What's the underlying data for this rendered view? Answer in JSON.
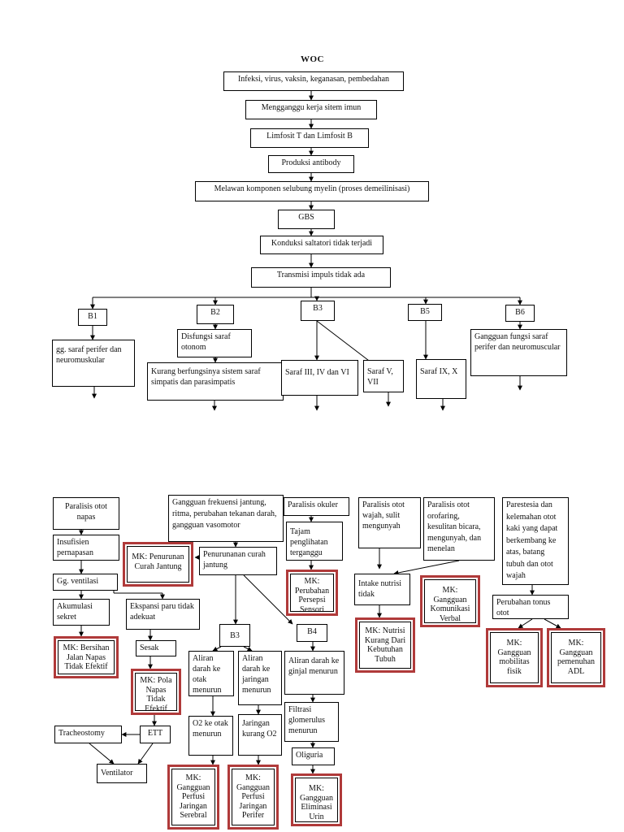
{
  "title": "WOC",
  "top": {
    "n1": "Infeksi, virus, vaksin, keganasan, pembedahan",
    "n2": "Mengganggu kerja sitem imun",
    "n3": "Limfosit T dan Limfosit B",
    "n4": "Produksi antibody",
    "n5": "Melawan komponen selubung myelin (proses demeilinisasi)",
    "n6": "GBS",
    "n7": "Konduksi saltatori tidak terjadi",
    "n8": "Transmisi impuls tidak ada"
  },
  "branches": {
    "b1": "B1",
    "b2": "B2",
    "b3": "B3",
    "b5": "B5",
    "b6": "B6",
    "b1_text": "gg. saraf perifer dan neuromuskular",
    "b2_a": "Disfungsi saraf otonom",
    "b2_b": "Kurang berfungsinya sistem saraf simpatis dan parasimpatis",
    "b3_a": "Saraf III, IV dan VI",
    "b3_b": "Saraf V, VII",
    "b5_text": "Saraf IX, X",
    "b6_text": "Gangguan fungsi saraf perifer dan neuromuscular"
  },
  "bottom": {
    "p1": "Paralisis otot napas",
    "p2": "Insufisien pernapasan",
    "p3": "Gg. ventilasi",
    "p4": "Akumulasi sekret",
    "p5": "Ekspansi paru tidak adekuat",
    "p6": "Sesak",
    "p7": "Tracheostomy",
    "p8": "ETT",
    "p9": "Ventilator",
    "g1": "Gangguan frekuensi jantung, ritma, perubahan tekanan darah, gangguan vasomotor",
    "g2": "Penurunanan curah jantung",
    "g3": "B3",
    "g4": "B4",
    "g5": "Aliran darah ke otak menurun",
    "g6": "Aliran darah ke jaringan menurun",
    "g7": "O2 ke otak menurun",
    "g8": "Jaringan kurang O2",
    "g9": "Aliran darah ke ginjal menurun",
    "g10": "Filtrasi glomerulus menurun",
    "g11": "Oliguria",
    "o1": "Paralisis okuler",
    "o2": "Tajam penglihatan terganggu",
    "w1": "Paralisis otot wajah, sulit mengunyah",
    "w2": "Paralisis otot orofaring, kesulitan bicara, mengunyah, dan menelan",
    "w3": "Intake nutrisi tidak",
    "e1": "Parestesia dan kelemahan otot kaki yang dapat berkembang ke atas, batang tubuh dan otot wajah",
    "e2": "Perubahan tonus otot"
  },
  "mk": {
    "m1": "MK: Bersihan Jalan Napas Tidak Efektif",
    "m2": "MK: Pola Napas Tidak Efektif",
    "m3": "MK: Penurunan Curah Jantung",
    "m4": "MK: Perubahan Persepsi Sensori",
    "m5": "MK: Gangguan Perfusi Jaringan Serebral",
    "m6": "MK: Gangguan Perfusi Jaringan Perifer",
    "m7": "MK: Gangguan Eliminasi Urin",
    "m8": "MK: Nutrisi Kurang Dari Kebutuhan Tubuh",
    "m9": "MK: Gangguan Komunikasi Verbal",
    "m10": "MK: Gangguan mobilitas fisik",
    "m11": "MK: Gangguan pemenuhan ADL"
  },
  "colors": {
    "mk_border": "#b03a3a",
    "line": "#000000"
  }
}
